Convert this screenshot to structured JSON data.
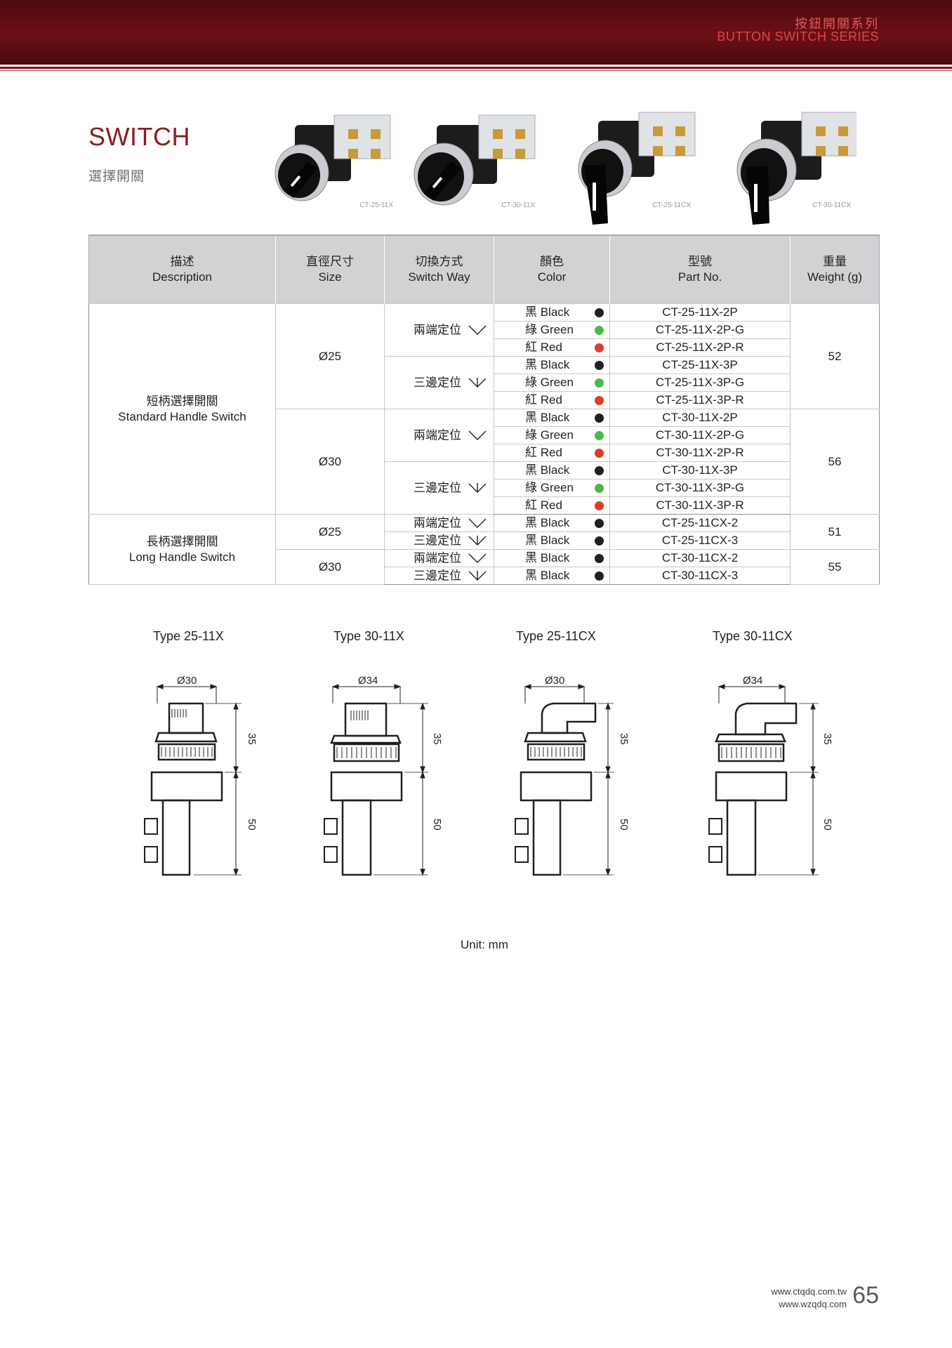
{
  "header": {
    "series_cn": "按鈕開關系列",
    "series_en": "BUTTON SWITCH SERIES",
    "bg_color": "#6c1016"
  },
  "section": {
    "title": "SWITCH",
    "subtitle": "選擇開關"
  },
  "products": [
    {
      "caption": "CT-25-11X"
    },
    {
      "caption": "CT-30-11X"
    },
    {
      "caption": "CT-25-11CX"
    },
    {
      "caption": "CT-30-11CX"
    }
  ],
  "table": {
    "headers": [
      {
        "cn": "描述",
        "en": "Description"
      },
      {
        "cn": "直徑尺寸",
        "en": "Size"
      },
      {
        "cn": "切換方式",
        "en": "Switch Way"
      },
      {
        "cn": "顏色",
        "en": "Color"
      },
      {
        "cn": "型號",
        "en": "Part No."
      },
      {
        "cn": "重量",
        "en": "Weight (g)"
      }
    ],
    "descriptions": {
      "standard_cn": "短柄選擇開關",
      "standard_en": "Standard Handle Switch",
      "long_cn": "長柄選擇開關",
      "long_en": "Long Handle Switch"
    },
    "sizes": [
      "Ø25",
      "Ø30",
      "Ø25",
      "Ø30"
    ],
    "switch_ways": [
      "兩端定位",
      "三邊定位",
      "兩端定位",
      "三邊定位",
      "兩端定位",
      "三邊定位",
      "兩端定位",
      "三邊定位"
    ],
    "weights": [
      "52",
      "56",
      "51",
      "55"
    ],
    "rows": [
      {
        "color": "黑 Black",
        "dot": "#231f20",
        "part": "CT-25-11X-2P"
      },
      {
        "color": "綠 Green",
        "dot": "#4cb84a",
        "part": "CT-25-11X-2P-G"
      },
      {
        "color": "紅 Red",
        "dot": "#e3382c",
        "part": "CT-25-11X-2P-R"
      },
      {
        "color": "黑 Black",
        "dot": "#231f20",
        "part": "CT-25-11X-3P"
      },
      {
        "color": "綠 Green",
        "dot": "#4cb84a",
        "part": "CT-25-11X-3P-G"
      },
      {
        "color": "紅 Red",
        "dot": "#e3382c",
        "part": "CT-25-11X-3P-R"
      },
      {
        "color": "黑 Black",
        "dot": "#231f20",
        "part": "CT-30-11X-2P"
      },
      {
        "color": "綠 Green",
        "dot": "#4cb84a",
        "part": "CT-30-11X-2P-G"
      },
      {
        "color": "紅 Red",
        "dot": "#e3382c",
        "part": "CT-30-11X-2P-R"
      },
      {
        "color": "黑 Black",
        "dot": "#231f20",
        "part": "CT-30-11X-3P"
      },
      {
        "color": "綠 Green",
        "dot": "#4cb84a",
        "part": "CT-30-11X-3P-G"
      },
      {
        "color": "紅 Red",
        "dot": "#e3382c",
        "part": "CT-30-11X-3P-R"
      },
      {
        "color": "黑 Black",
        "dot": "#231f20",
        "part": "CT-25-11CX-2"
      },
      {
        "color": "黑 Black",
        "dot": "#231f20",
        "part": "CT-25-11CX-3"
      },
      {
        "color": "黑 Black",
        "dot": "#231f20",
        "part": "CT-30-11CX-2"
      },
      {
        "color": "黑 Black",
        "dot": "#231f20",
        "part": "CT-30-11CX-3"
      }
    ]
  },
  "drawings": [
    {
      "type": "Type 25-11X",
      "diameter": "Ø30",
      "h_top": "35",
      "h_bottom": "50",
      "handle": "short"
    },
    {
      "type": "Type 30-11X",
      "diameter": "Ø34",
      "h_top": "35",
      "h_bottom": "50",
      "handle": "short"
    },
    {
      "type": "Type 25-11CX",
      "diameter": "Ø30",
      "h_top": "35",
      "h_bottom": "50",
      "handle": "long"
    },
    {
      "type": "Type 30-11CX",
      "diameter": "Ø34",
      "h_top": "35",
      "h_bottom": "50",
      "handle": "long"
    }
  ],
  "unit": "Unit: mm",
  "footer": {
    "url1": "www.ctqdq.com.tw",
    "url2": "www.wzqdq.com",
    "page": "65"
  }
}
